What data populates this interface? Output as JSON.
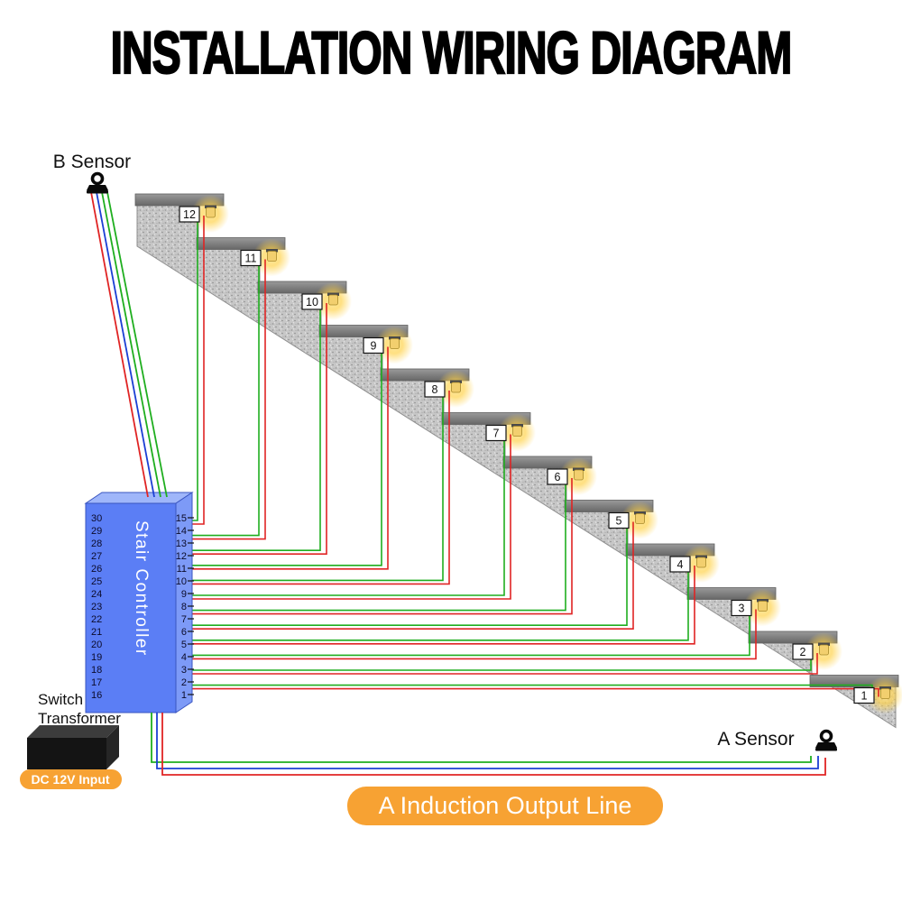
{
  "title": "INSTALLATION WIRING DIAGRAM",
  "b_sensor": {
    "label": "B Sensor"
  },
  "a_sensor": {
    "label": "A Sensor"
  },
  "controller": {
    "label": "Stair Controller",
    "left_terminals": [
      "30",
      "29",
      "28",
      "27",
      "26",
      "25",
      "24",
      "23",
      "22",
      "21",
      "20",
      "19",
      "18",
      "17",
      "16"
    ],
    "right_terminals": [
      "15",
      "14",
      "13",
      "12",
      "11",
      "10",
      "9",
      "8",
      "7",
      "6",
      "5",
      "4",
      "3",
      "2",
      "1"
    ]
  },
  "transformer": {
    "line1": "Switch",
    "line2": "Transformer",
    "input_label": "DC 12V Input"
  },
  "output_label": "A Induction Output Line",
  "steps": [
    "12",
    "11",
    "10",
    "9",
    "8",
    "7",
    "6",
    "5",
    "4",
    "3",
    "2",
    "1"
  ],
  "colors": {
    "wire_green": "#1fae1f",
    "wire_red": "#e02424",
    "wire_blue": "#1b3fd4",
    "controller_front": "#5b7ef5",
    "controller_side": "#7d9af7",
    "controller_top": "#9fb6fa",
    "accent_orange": "#f7a233",
    "stair_fill": "#c7c7c7",
    "tread_fill": "#888888",
    "light_glow": "#ffd34d"
  }
}
